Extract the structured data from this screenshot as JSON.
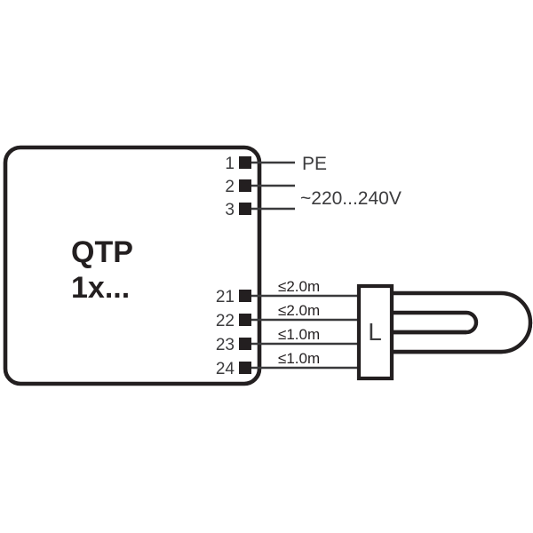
{
  "diagram": {
    "title": "QTP 1x... electronic ballast wiring diagram",
    "type": "electrical-wiring-schematic",
    "colors": {
      "outline": "#231f20",
      "wire": "#3a3a3c",
      "text": "#3c3c3e",
      "background": "#ffffff"
    }
  },
  "ballast": {
    "name_line1": "QTP",
    "name_line2": "1x...",
    "mains_terminals": [
      {
        "number": "1",
        "signal": "PE"
      },
      {
        "number": "2",
        "signal": ""
      },
      {
        "number": "3",
        "signal": ""
      }
    ],
    "mains_voltage_label": "~220...240V",
    "lamp_terminals": [
      {
        "number": "21",
        "max_length": "≤2.0m"
      },
      {
        "number": "22",
        "max_length": "≤2.0m"
      },
      {
        "number": "23",
        "max_length": "≤1.0m"
      },
      {
        "number": "24",
        "max_length": "≤1.0m"
      }
    ]
  },
  "lamp": {
    "base_label": "L",
    "shape": "u-shaped-compact-fluorescent"
  }
}
